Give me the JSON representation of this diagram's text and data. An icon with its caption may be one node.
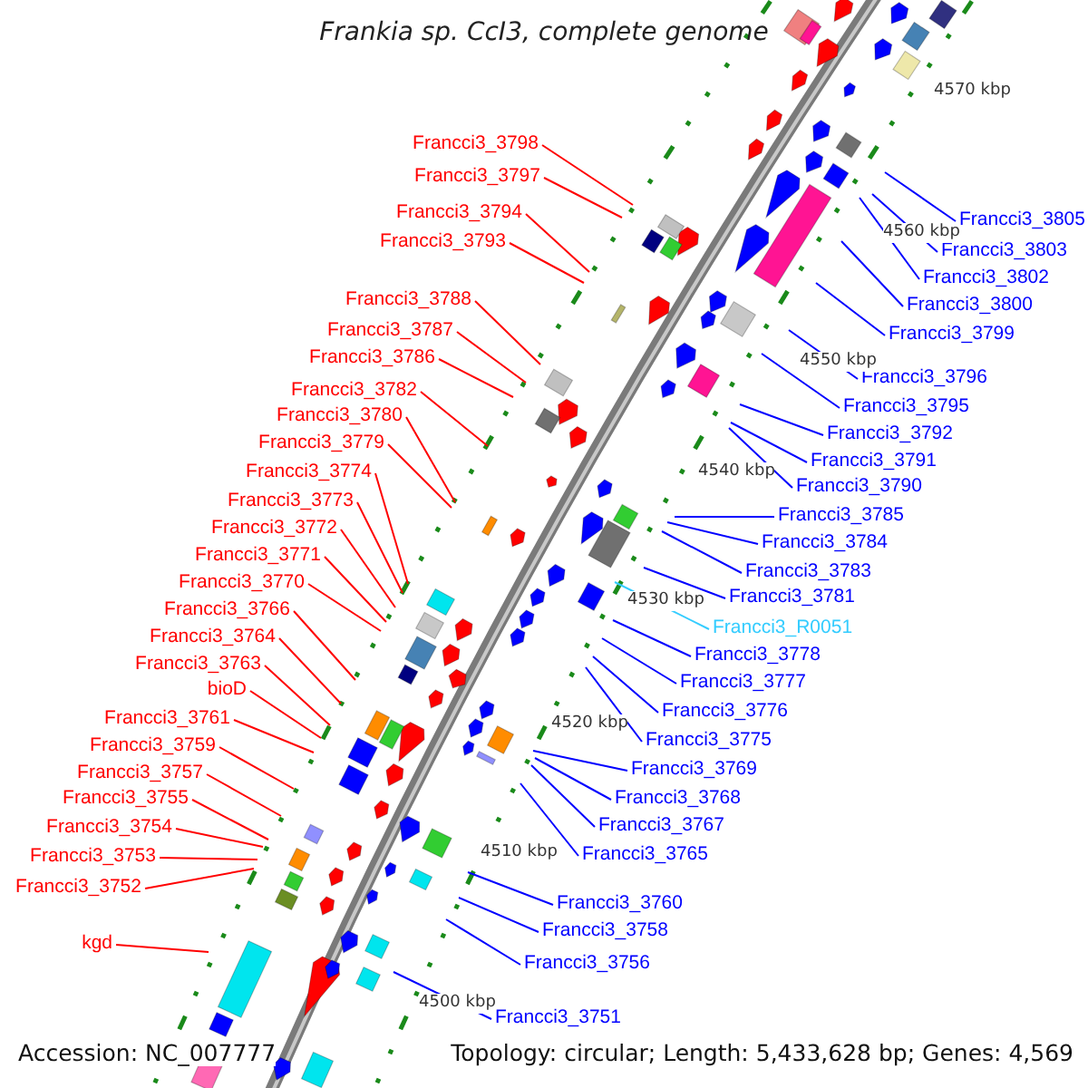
{
  "diagram": {
    "title": "Frankia sp. CcI3, complete genome",
    "nodes": [
      {
        "text": [
          "Francci3_3798"
        ]
      },
      {
        "text": [
          "Francci3_3797"
        ]
      },
      {
        "text": [
          "Francci3_3794"
        ]
      },
      {
        "text": [
          "Francci3_3793"
        ]
      },
      {
        "text": [
          "Francci3_3788"
        ]
      },
      {
        "text": [
          "Francci3_3787"
        ]
      },
      {
        "text": [
          "Francci3_3786"
        ]
      },
      {
        "text": [
          "Francci3_3782"
        ]
      },
      {
        "text": [
          "Francci3_3780"
        ]
      },
      {
        "text": [
          "Francci3_3779"
        ]
      },
      {
        "text": [
          "Francci3_3774"
        ]
      },
      {
        "text": [
          "Francci3_3773"
        ]
      },
      {
        "text": [
          "Francci3_3772"
        ]
      },
      {
        "text": [
          "Francci3_3771"
        ]
      },
      {
        "text": [
          "Francci3_3770"
        ]
      },
      {
        "text": [
          "Francci3_3766"
        ]
      },
      {
        "text": [
          "Francci3_3764"
        ]
      },
      {
        "text": [
          "Francci3_3763"
        ]
      },
      {
        "text": [
          "bioD"
        ]
      },
      {
        "text": [
          "Francci3_3761"
        ]
      },
      {
        "text": [
          "Francci3_3759"
        ]
      },
      {
        "text": [
          "Francci3_3757"
        ]
      },
      {
        "text": [
          "Francci3_3755"
        ]
      },
      {
        "text": [
          "Francci3_3754"
        ]
      },
      {
        "text": [
          "Francci3_3753"
        ]
      },
      {
        "text": [
          "Francci3_3752"
        ]
      },
      {
        "text": [
          "kgd"
        ]
      },
      {
        "text": [
          "Francci3_3805"
        ]
      },
      {
        "text": [
          "Francci3_3803"
        ]
      },
      {
        "text": [
          "Francci3_3802"
        ]
      },
      {
        "text": [
          "Francci3_3800"
        ]
      },
      {
        "text": [
          "Francci3_3799"
        ]
      },
      {
        "text": [
          "Francci3_3796"
        ]
      },
      {
        "text": [
          "Francci3_3795"
        ]
      },
      {
        "text": [
          "Francci3_3792"
        ]
      },
      {
        "text": [
          "Francci3_3791"
        ]
      },
      {
        "text": [
          "Francci3_3790"
        ]
      },
      {
        "text": [
          "Francci3_3785"
        ]
      },
      {
        "text": [
          "Francci3_3784"
        ]
      },
      {
        "text": [
          "Francci3_3783"
        ]
      },
      {
        "text": [
          "Francci3_3781"
        ]
      },
      {
        "text": [
          "Francci3_R0051"
        ]
      },
      {
        "text": [
          "Francci3_3778"
        ]
      },
      {
        "text": [
          "Francci3_3777"
        ]
      },
      {
        "text": [
          "Francci3_3776"
        ]
      },
      {
        "text": [
          "Francci3_3775"
        ]
      },
      {
        "text": [
          "Francci3_3769"
        ]
      },
      {
        "text": [
          "Francci3_3768"
        ]
      },
      {
        "text": [
          "Francci3_3767"
        ]
      },
      {
        "text": [
          "Francci3_3765"
        ]
      },
      {
        "text": [
          "Francci3_3760"
        ]
      },
      {
        "text": [
          "Francci3_3758"
        ]
      },
      {
        "text": [
          "Francci3_3756"
        ]
      },
      {
        "text": [
          "Francci3_3751"
        ]
      }
    ],
    "edges": [
      {
        "from": 0,
        "to": null,
        "arrow": "none",
        "color": "#ff0000"
      },
      {
        "from": 1,
        "to": null,
        "arrow": "none",
        "color": "#ff0000"
      },
      {
        "from": 2,
        "to": null,
        "arrow": "none",
        "color": "#ff0000"
      },
      {
        "from": 3,
        "to": null,
        "arrow": "none",
        "color": "#ff0000"
      },
      {
        "from": 4,
        "to": null,
        "arrow": "none",
        "color": "#ff0000"
      },
      {
        "from": 5,
        "to": null,
        "arrow": "none",
        "color": "#ff0000"
      },
      {
        "from": 6,
        "to": null,
        "arrow": "none",
        "color": "#ff0000"
      },
      {
        "from": 7,
        "to": null,
        "arrow": "none",
        "color": "#ff0000"
      },
      {
        "from": 8,
        "to": null,
        "arrow": "none",
        "color": "#ff0000"
      },
      {
        "from": 9,
        "to": null,
        "arrow": "none",
        "color": "#ff0000"
      },
      {
        "from": 10,
        "to": null,
        "arrow": "none",
        "color": "#ff0000"
      },
      {
        "from": 11,
        "to": null,
        "arrow": "none",
        "color": "#ff0000"
      },
      {
        "from": 12,
        "to": null,
        "arrow": "none",
        "color": "#ff0000"
      },
      {
        "from": 13,
        "to": null,
        "arrow": "none",
        "color": "#ff0000"
      },
      {
        "from": 14,
        "to": null,
        "arrow": "none",
        "color": "#ff0000"
      },
      {
        "from": 15,
        "to": null,
        "arrow": "none",
        "color": "#ff0000"
      },
      {
        "from": 16,
        "to": null,
        "arrow": "none",
        "color": "#ff0000"
      },
      {
        "from": 17,
        "to": null,
        "arrow": "none",
        "color": "#ff0000"
      },
      {
        "from": 18,
        "to": null,
        "arrow": "none",
        "color": "#ff0000"
      },
      {
        "from": 19,
        "to": null,
        "arrow": "none",
        "color": "#ff0000"
      },
      {
        "from": 20,
        "to": null,
        "arrow": "none",
        "color": "#ff0000"
      },
      {
        "from": 21,
        "to": null,
        "arrow": "none",
        "color": "#ff0000"
      },
      {
        "from": 22,
        "to": null,
        "arrow": "none",
        "color": "#ff0000"
      },
      {
        "from": 23,
        "to": null,
        "arrow": "none",
        "color": "#ff0000"
      },
      {
        "from": 24,
        "to": null,
        "arrow": "none",
        "color": "#ff0000"
      },
      {
        "from": 25,
        "to": null,
        "arrow": "none",
        "color": "#ff0000"
      },
      {
        "from": 26,
        "to": null,
        "arrow": "none",
        "color": "#ff0000"
      },
      {
        "from": 27,
        "to": null,
        "arrow": "none",
        "color": "#0000ff"
      },
      {
        "from": 28,
        "to": null,
        "arrow": "none",
        "color": "#0000ff"
      },
      {
        "from": 29,
        "to": null,
        "arrow": "none",
        "color": "#0000ff"
      },
      {
        "from": 30,
        "to": null,
        "arrow": "none",
        "color": "#0000ff"
      },
      {
        "from": 31,
        "to": null,
        "arrow": "none",
        "color": "#0000ff"
      },
      {
        "from": 32,
        "to": null,
        "arrow": "none",
        "color": "#0000ff"
      },
      {
        "from": 33,
        "to": null,
        "arrow": "none",
        "color": "#0000ff"
      },
      {
        "from": 34,
        "to": null,
        "arrow": "none",
        "color": "#0000ff"
      },
      {
        "from": 35,
        "to": null,
        "arrow": "none",
        "color": "#0000ff"
      },
      {
        "from": 36,
        "to": null,
        "arrow": "none",
        "color": "#0000ff"
      },
      {
        "from": 37,
        "to": null,
        "arrow": "none",
        "color": "#0000ff"
      },
      {
        "from": 38,
        "to": null,
        "arrow": "none",
        "color": "#0000ff"
      },
      {
        "from": 39,
        "to": null,
        "arrow": "none",
        "color": "#0000ff"
      },
      {
        "from": 40,
        "to": null,
        "arrow": "none",
        "color": "#0000ff"
      },
      {
        "from": 41,
        "to": null,
        "arrow": "none",
        "color": "#33ccff"
      },
      {
        "from": 42,
        "to": null,
        "arrow": "none",
        "color": "#0000ff"
      },
      {
        "from": 43,
        "to": null,
        "arrow": "none",
        "color": "#0000ff"
      },
      {
        "from": 44,
        "to": null,
        "arrow": "none",
        "color": "#0000ff"
      },
      {
        "from": 45,
        "to": null,
        "arrow": "none",
        "color": "#0000ff"
      },
      {
        "from": 46,
        "to": null,
        "arrow": "none",
        "color": "#0000ff"
      },
      {
        "from": 47,
        "to": null,
        "arrow": "none",
        "color": "#0000ff"
      },
      {
        "from": 48,
        "to": null,
        "arrow": "none",
        "color": "#0000ff"
      },
      {
        "from": 49,
        "to": null,
        "arrow": "none",
        "color": "#0000ff"
      },
      {
        "from": 50,
        "to": null,
        "arrow": "none",
        "color": "#0000ff"
      },
      {
        "from": 51,
        "to": null,
        "arrow": "none",
        "color": "#0000ff"
      },
      {
        "from": 52,
        "to": null,
        "arrow": "none",
        "color": "#0000ff"
      },
      {
        "from": 53,
        "to": null,
        "arrow": "none",
        "color": "#0000ff"
      }
    ],
    "labels": [
      "4570 kbp",
      "4560 kbp",
      "4550 kbp",
      "4540 kbp",
      "4530 kbp",
      "4520 kbp",
      "4510 kbp",
      "4500 kbp",
      "Accession: NC_007777",
      "Topology: circular; Length: 5,433,628 bp; Genes: 4,569"
    ]
  }
}
